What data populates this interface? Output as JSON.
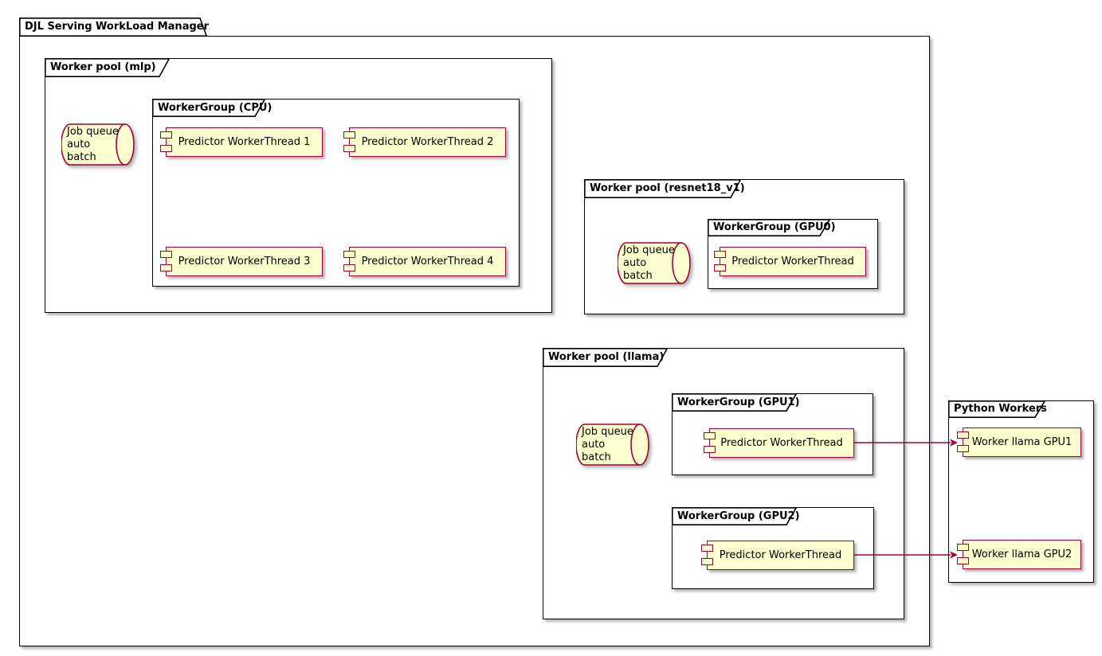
{
  "colors": {
    "shape_fill": "#FEFECE",
    "shape_border": "#A80036",
    "frame_border": "#000000",
    "arrow": "#A80036",
    "background": "#FFFFFF"
  },
  "root": {
    "title": "DJL Serving WorkLoad Manager"
  },
  "pools": {
    "mlp": {
      "title": "Worker pool (mlp)",
      "queue": {
        "line1": "Job queue",
        "line2": "auto batch"
      },
      "group_cpu": {
        "title": "WorkerGroup (CPU)",
        "components": [
          "Predictor WorkerThread 1",
          "Predictor WorkerThread 2",
          "Predictor WorkerThread 3",
          "Predictor WorkerThread 4"
        ]
      }
    },
    "resnet18_v1": {
      "title": "Worker pool (resnet18_v1)",
      "queue": {
        "line1": "Job queue",
        "line2": "auto batch"
      },
      "group_gpu0": {
        "title": "WorkerGroup (GPU0)",
        "components": [
          "Predictor WorkerThread"
        ]
      }
    },
    "llama": {
      "title": "Worker pool (llama)",
      "queue": {
        "line1": "Job queue",
        "line2": "auto batch"
      },
      "group_gpu1": {
        "title": "WorkerGroup (GPU1)",
        "components": [
          "Predictor WorkerThread"
        ]
      },
      "group_gpu2": {
        "title": "WorkerGroup (GPU2)",
        "components": [
          "Predictor WorkerThread"
        ]
      }
    }
  },
  "python_workers": {
    "title": "Python Workers",
    "components": [
      "Worker llama GPU1",
      "Worker llama GPU2"
    ]
  }
}
